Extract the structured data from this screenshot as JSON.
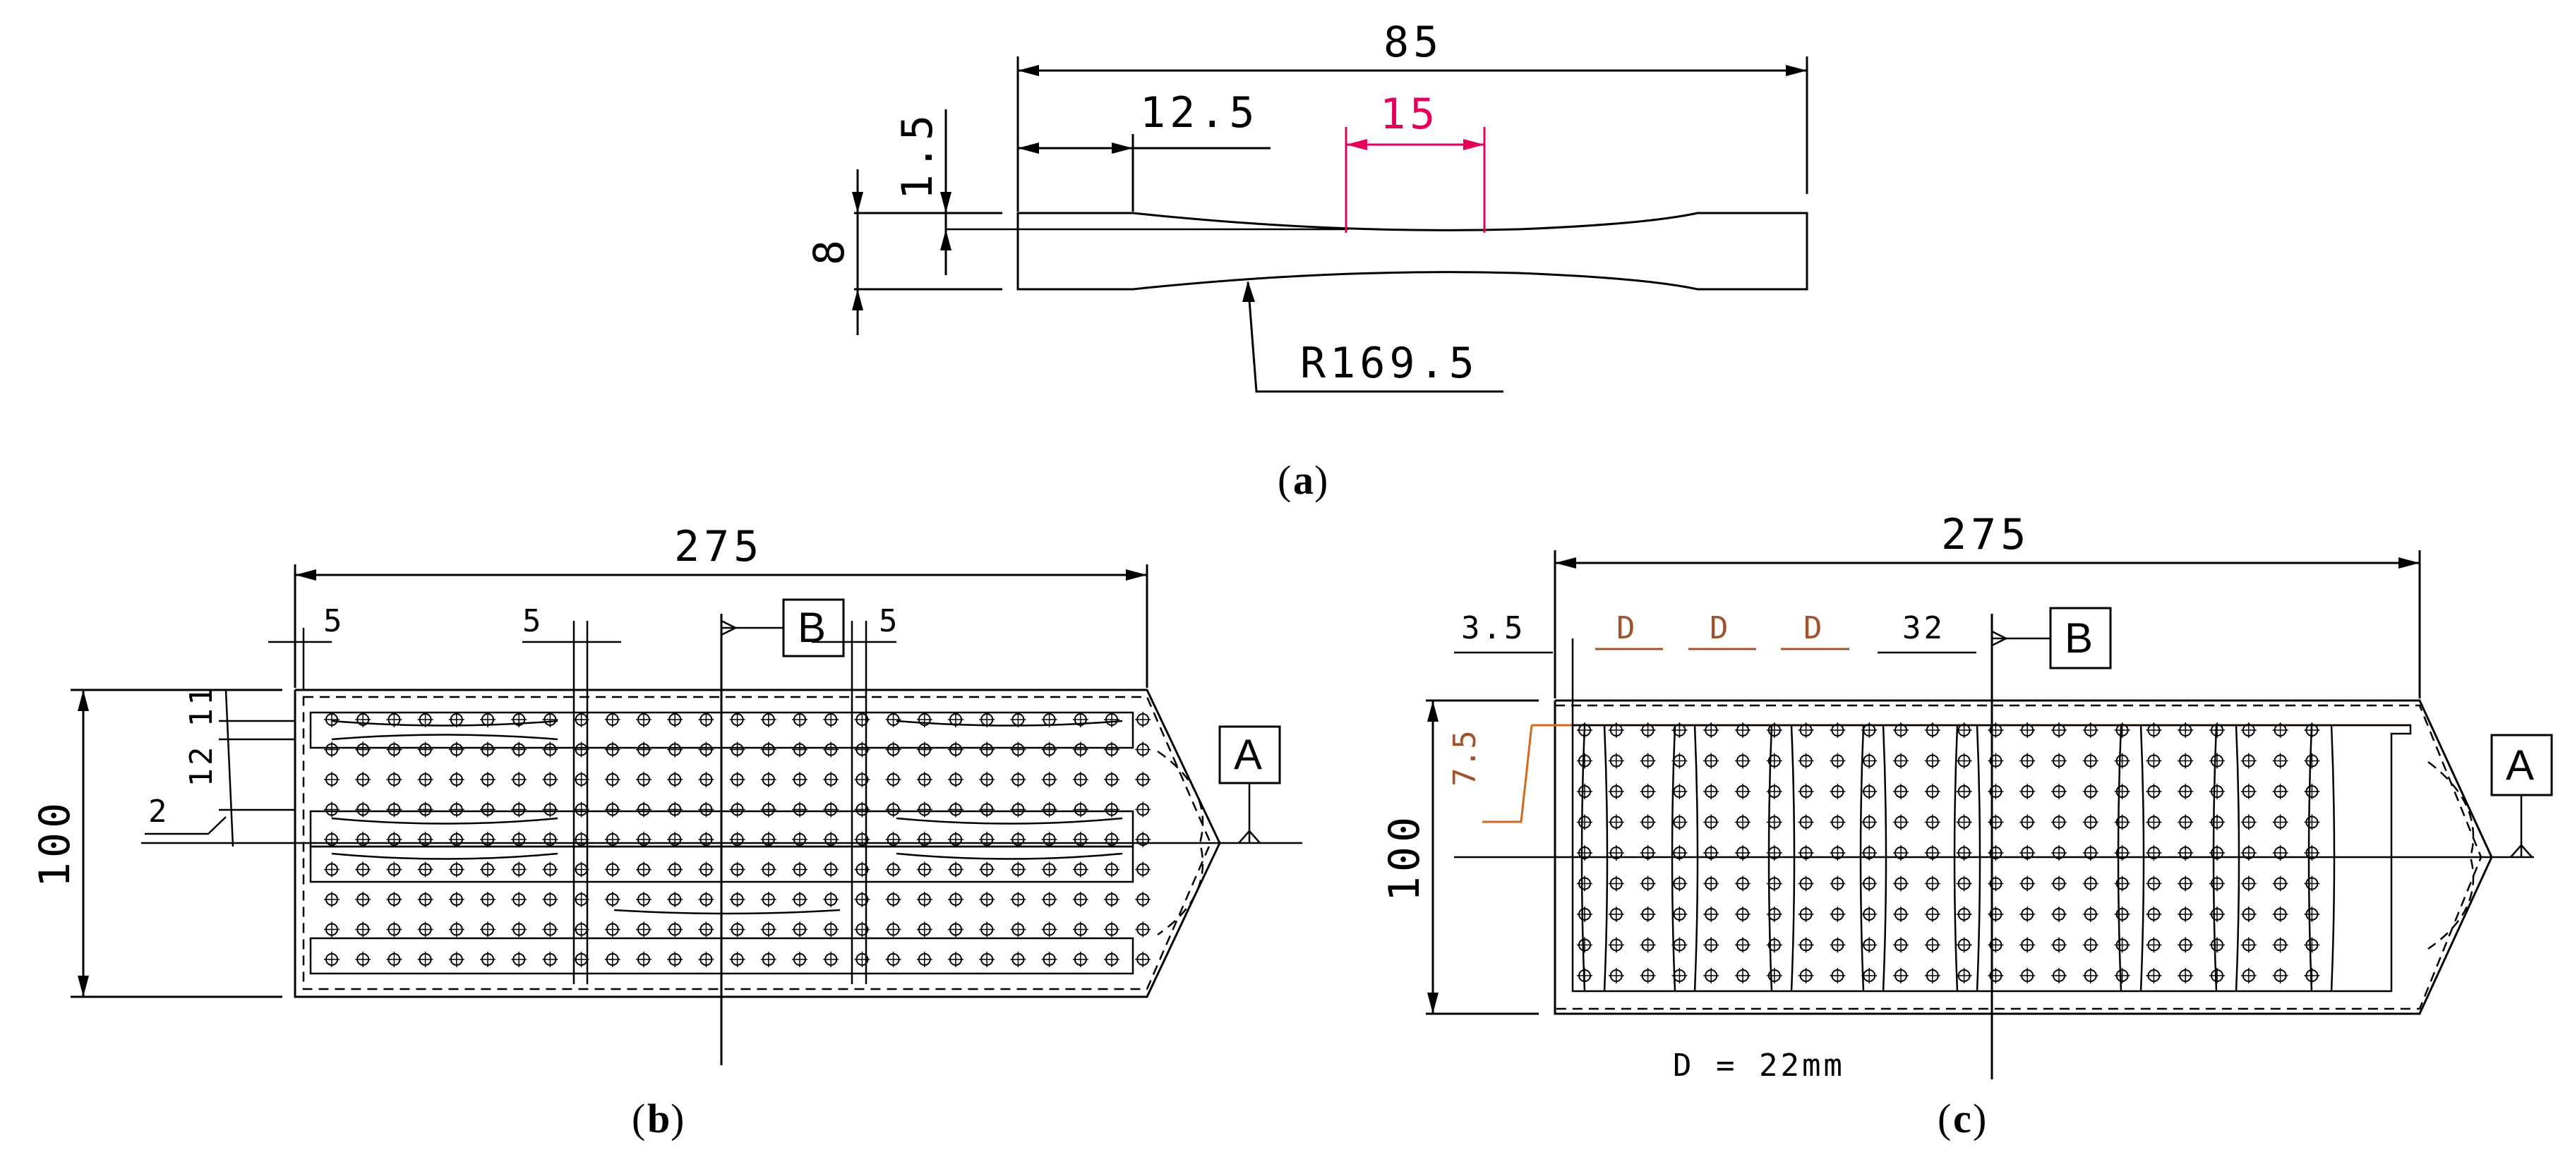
{
  "panel_a": {
    "caption_letter": "a",
    "dims": {
      "overall_length": "85",
      "grip_length": "12.5",
      "gauge_length": "15",
      "shoulder_depth": "1.5",
      "width": "8",
      "radius": "R169.5"
    }
  },
  "panel_b": {
    "caption_letter": "b",
    "dims": {
      "overall_length": "275",
      "height": "100",
      "gap_left": "5",
      "gap_mid": "5",
      "gap_right": "5",
      "row_gap_1": "11",
      "row_gap_2": "12",
      "offset": "2"
    },
    "labels": {
      "section_b": "B",
      "section_a": "A"
    }
  },
  "panel_c": {
    "caption_letter": "c",
    "dims": {
      "overall_length": "275",
      "height": "100",
      "edge": "3.5",
      "pitch_1": "D",
      "pitch_2": "D",
      "pitch_3": "D",
      "gap": "32",
      "offset": "7.5"
    },
    "labels": {
      "section_b": "B",
      "section_a": "A"
    },
    "note": "D = 22mm"
  },
  "colors": {
    "line": "#000000",
    "highlight_pink": "#e6005c",
    "highlight_brown": "#a0522d",
    "highlight_orange": "#d2691e"
  }
}
